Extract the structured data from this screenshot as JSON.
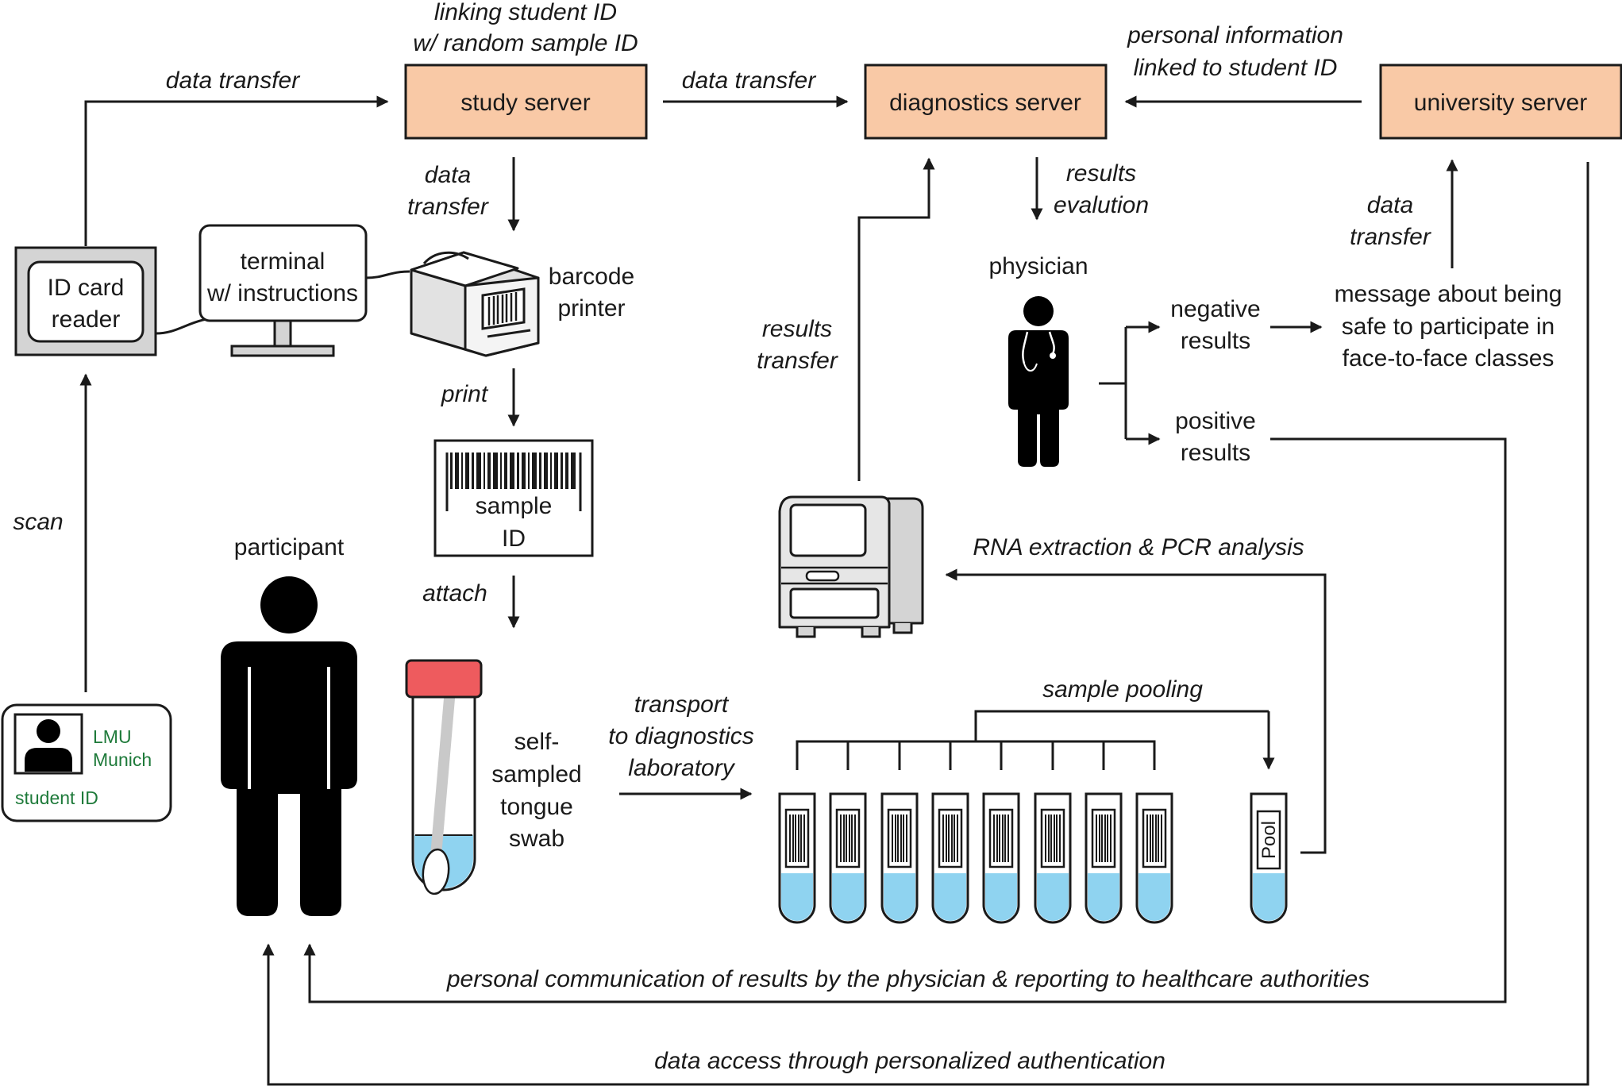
{
  "colors": {
    "server_fill": "#f9c9a6",
    "accent_green": "#1e7a3a",
    "tube_liquid": "#8fd3f0",
    "cap_red": "#ee5b5e"
  },
  "servers": {
    "study": "study server",
    "diagnostics": "diagnostics server",
    "university": "university server"
  },
  "labels": {
    "linking_1": "linking student ID",
    "linking_2": "w/ random sample ID",
    "data_transfer_top_left": "data transfer",
    "data_transfer_top_mid": "data transfer",
    "personal_info_1": "personal information",
    "personal_info_2": "linked to student ID",
    "data_transfer_study_1": "data",
    "data_transfer_study_2": "transfer",
    "results_eval_1": "results",
    "results_eval_2": "evalution",
    "data_transfer_univ_1": "data",
    "data_transfer_univ_2": "transfer",
    "id_card_reader_1": "ID card",
    "id_card_reader_2": "reader",
    "terminal_1": "terminal",
    "terminal_2": "w/ instructions",
    "barcode_printer_1": "barcode",
    "barcode_printer_2": "printer",
    "print": "print",
    "sample_id_1": "sample",
    "sample_id_2": "ID",
    "attach": "attach",
    "scan": "scan",
    "participant": "participant",
    "physician": "physician",
    "negative_1": "negative",
    "negative_2": "results",
    "positive_1": "positive",
    "positive_2": "results",
    "message_1": "message about being",
    "message_2": "safe to participate in",
    "message_3": "face-to-face classes",
    "results_transfer_1": "results",
    "results_transfer_2": "transfer",
    "rna": "RNA extraction & PCR analysis",
    "sample_pooling": "sample pooling",
    "swab_1": "self-",
    "swab_2": "sampled",
    "swab_3": "tongue",
    "swab_4": "swab",
    "transport_1": "transport",
    "transport_2": "to diagnostics",
    "transport_3": "laboratory",
    "pool": "Pool",
    "personal_comm": "personal communication of results by the physician & reporting to healthcare authorities",
    "data_access": "data access through personalized authentication"
  },
  "student_card": {
    "university_1": "LMU",
    "university_2": "Munich",
    "caption": "student ID"
  },
  "icons": [
    "id-card-reader-icon",
    "terminal-icon",
    "barcode-printer-icon",
    "pcr-machine-icon",
    "person-icon",
    "physician-icon",
    "swab-tube-icon",
    "sample-tube-icon",
    "pool-tube-icon"
  ]
}
